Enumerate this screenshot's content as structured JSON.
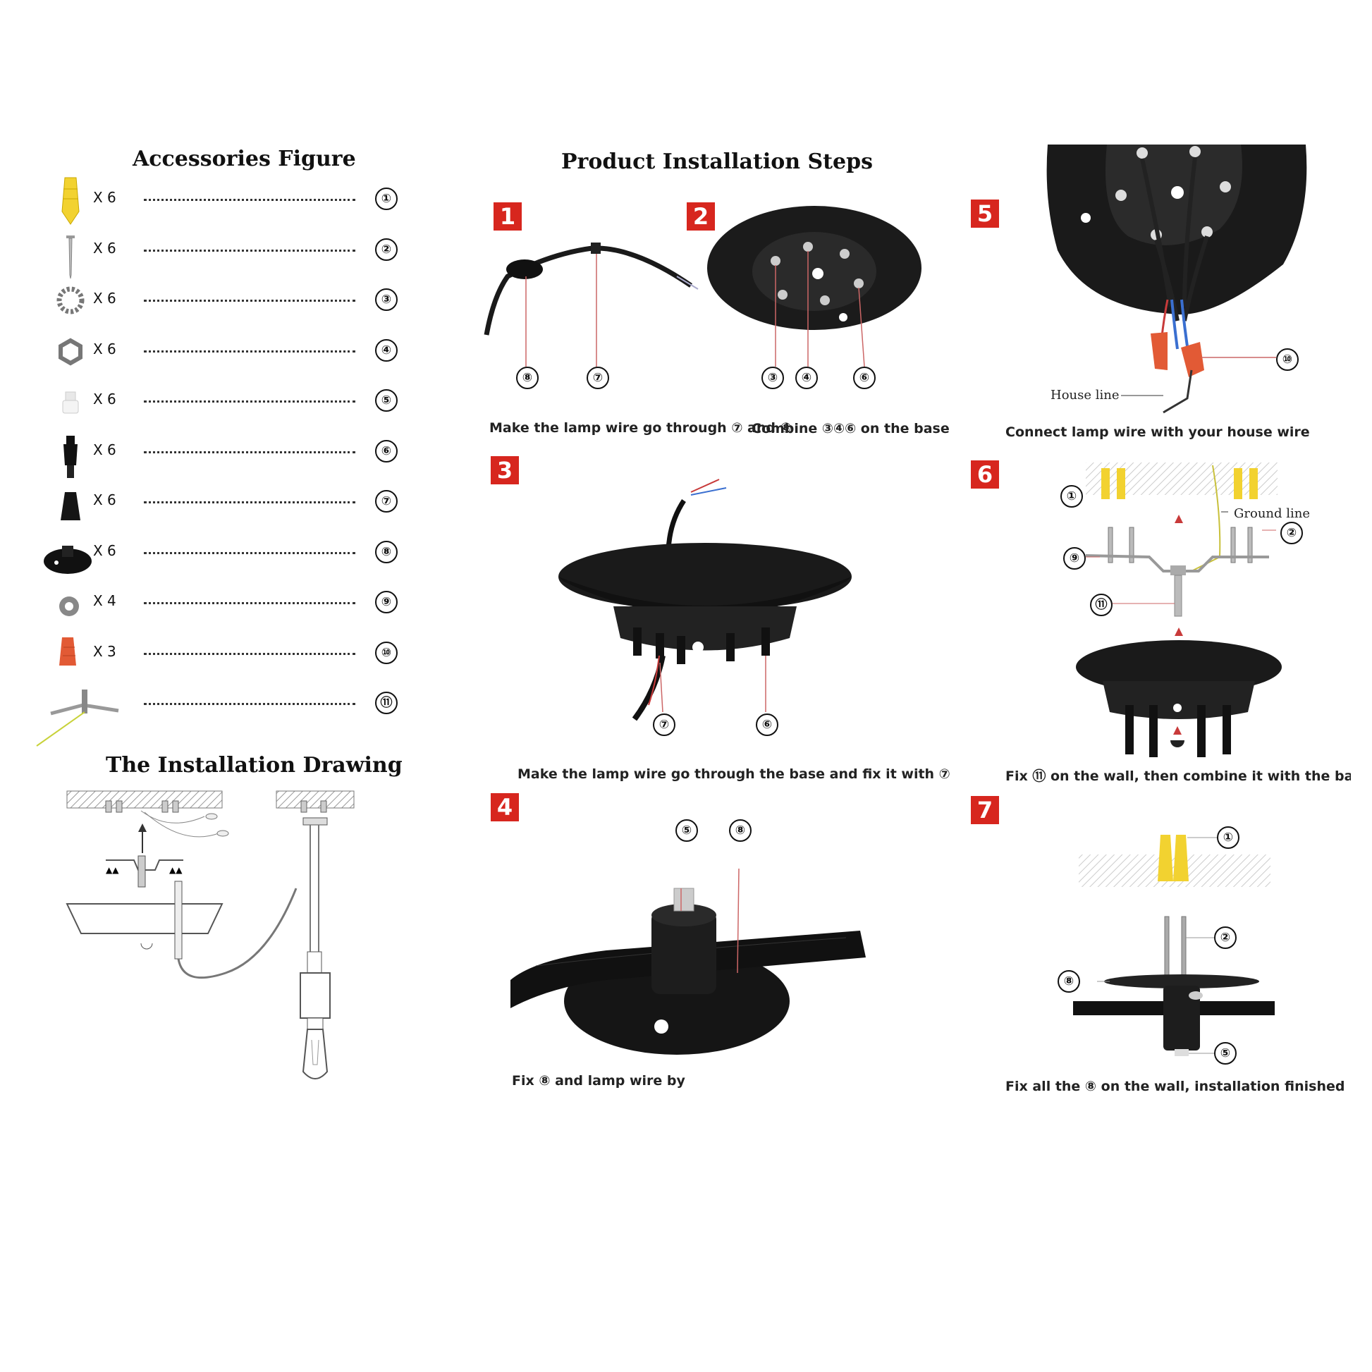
{
  "accessories": {
    "title": "Accessories Figure",
    "items": [
      {
        "qty": "X 6",
        "num": "①"
      },
      {
        "qty": "X 6",
        "num": "②"
      },
      {
        "qty": "X 6",
        "num": "③"
      },
      {
        "qty": "X 6",
        "num": "④"
      },
      {
        "qty": "X 6",
        "num": "⑤"
      },
      {
        "qty": "X 6",
        "num": "⑥"
      },
      {
        "qty": "X 6",
        "num": "⑦"
      },
      {
        "qty": "X 6",
        "num": "⑧"
      },
      {
        "qty": "X 4",
        "num": "⑨"
      },
      {
        "qty": "X 3",
        "num": "⑩"
      },
      {
        "qty": "",
        "num": "⑪"
      }
    ]
  },
  "installation_drawing": {
    "title": "The Installation Drawing"
  },
  "steps": {
    "title": "Product Installation Steps",
    "step1": {
      "badge": "1",
      "caption": "Make the lamp wire go through ⑦ and ⑧",
      "labels": [
        "⑧",
        "⑦"
      ]
    },
    "step2": {
      "badge": "2",
      "caption": "Combine ③④⑥ on the base",
      "labels": [
        "③",
        "④",
        "⑥"
      ]
    },
    "step3": {
      "badge": "3",
      "caption": "Make the lamp wire go through the base and fix it with ⑦",
      "labels": [
        "⑦",
        "⑥"
      ]
    },
    "step4": {
      "badge": "4",
      "caption": "Fix ⑧ and lamp wire by",
      "labels": [
        "⑤",
        "⑧"
      ]
    },
    "step5": {
      "badge": "5",
      "caption": "Connect lamp wire with your house wire",
      "labels": [
        "⑩"
      ],
      "house_line": "House line"
    },
    "step6": {
      "badge": "6",
      "caption": "Fix ⑪ on the wall, then combine it with the bas",
      "labels": [
        "①",
        "②",
        "⑨",
        "⑪"
      ],
      "ground_line": "Ground line"
    },
    "step7": {
      "badge": "7",
      "caption": "Fix all the ⑧ on the wall, installation finished",
      "labels": [
        "①",
        "②",
        "⑧",
        "⑤"
      ]
    }
  }
}
